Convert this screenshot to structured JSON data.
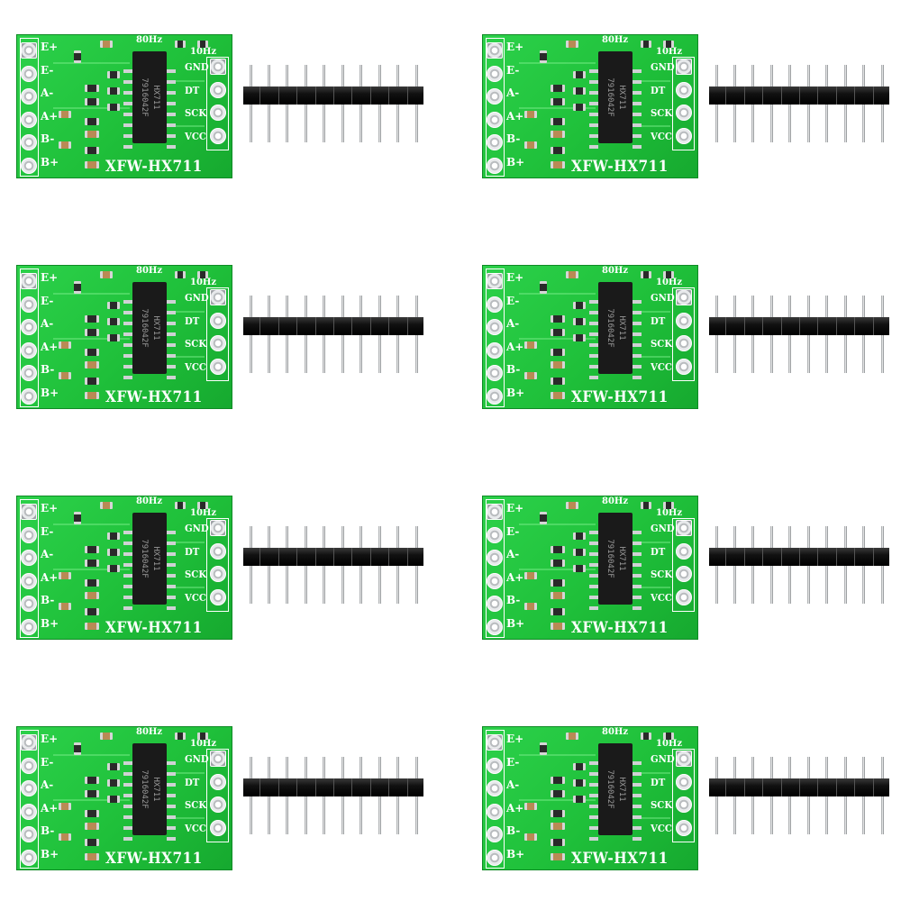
{
  "module": {
    "title": "XFW-HX711",
    "chip_line1": "HX711",
    "chip_line2": "7916042F",
    "rate_a": "80Hz",
    "rate_b": "10Hz",
    "pins_left": [
      "E+",
      "E-",
      "A-",
      "A+",
      "B-",
      "B+"
    ],
    "pins_right": [
      "GND",
      "DT",
      "SCK",
      "VCC"
    ],
    "header_pin_count": 10
  },
  "layout": {
    "columns": 2,
    "rows": 4,
    "count": 8
  },
  "colors": {
    "pcb_green": "#22c93f",
    "silkscreen": "#ffffff",
    "chip": "#1a1a1a",
    "header_plastic": "#0a0a0a",
    "pin_metal": "#c9cccf"
  }
}
